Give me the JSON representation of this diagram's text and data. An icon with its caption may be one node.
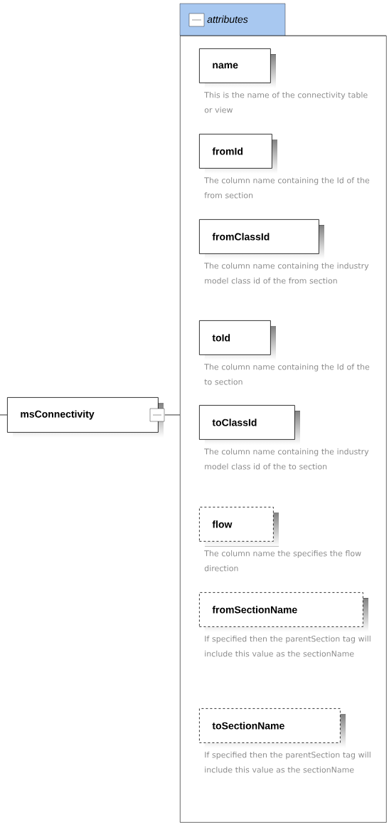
{
  "diagram": {
    "nodes": [
      {
        "text": [
          "msConnectivity"
        ]
      },
      {
        "text": [
          "attributes"
        ]
      },
      {
        "text": [
          "name"
        ],
        "in": 1,
        "beside": [
          "This is the name of the connectivity table or view"
        ]
      },
      {
        "text": [
          "fromId"
        ],
        "in": 1,
        "beside": [
          "The column name containing the Id of the from section"
        ]
      },
      {
        "text": [
          "fromClassId"
        ],
        "in": 1,
        "beside": [
          "The column name containing the industry model class id of the from section"
        ]
      },
      {
        "text": [
          "toId"
        ],
        "in": 1,
        "beside": [
          "The column name containing the Id of the to section"
        ]
      },
      {
        "text": [
          "toClassId"
        ],
        "in": 1,
        "beside": [
          "The column name containing the industry model class id of the to section"
        ]
      },
      {
        "text": [
          "flow"
        ],
        "in": 1,
        "beside": [
          "The column name the specifies the flow direction"
        ]
      },
      {
        "text": [
          "fromSectionName"
        ],
        "in": 1,
        "beside": [
          "If specified then the parentSection tag will include this value as the sectionName"
        ]
      },
      {
        "text": [
          "toSectionName"
        ],
        "in": 1,
        "beside": [
          "If specified then the parentSection tag will include this value as the sectionName"
        ]
      }
    ],
    "edges": [
      {
        "from": null,
        "to": 0,
        "arrow": "none"
      },
      {
        "from": 0,
        "to": 1,
        "arrow": "none"
      }
    ]
  }
}
